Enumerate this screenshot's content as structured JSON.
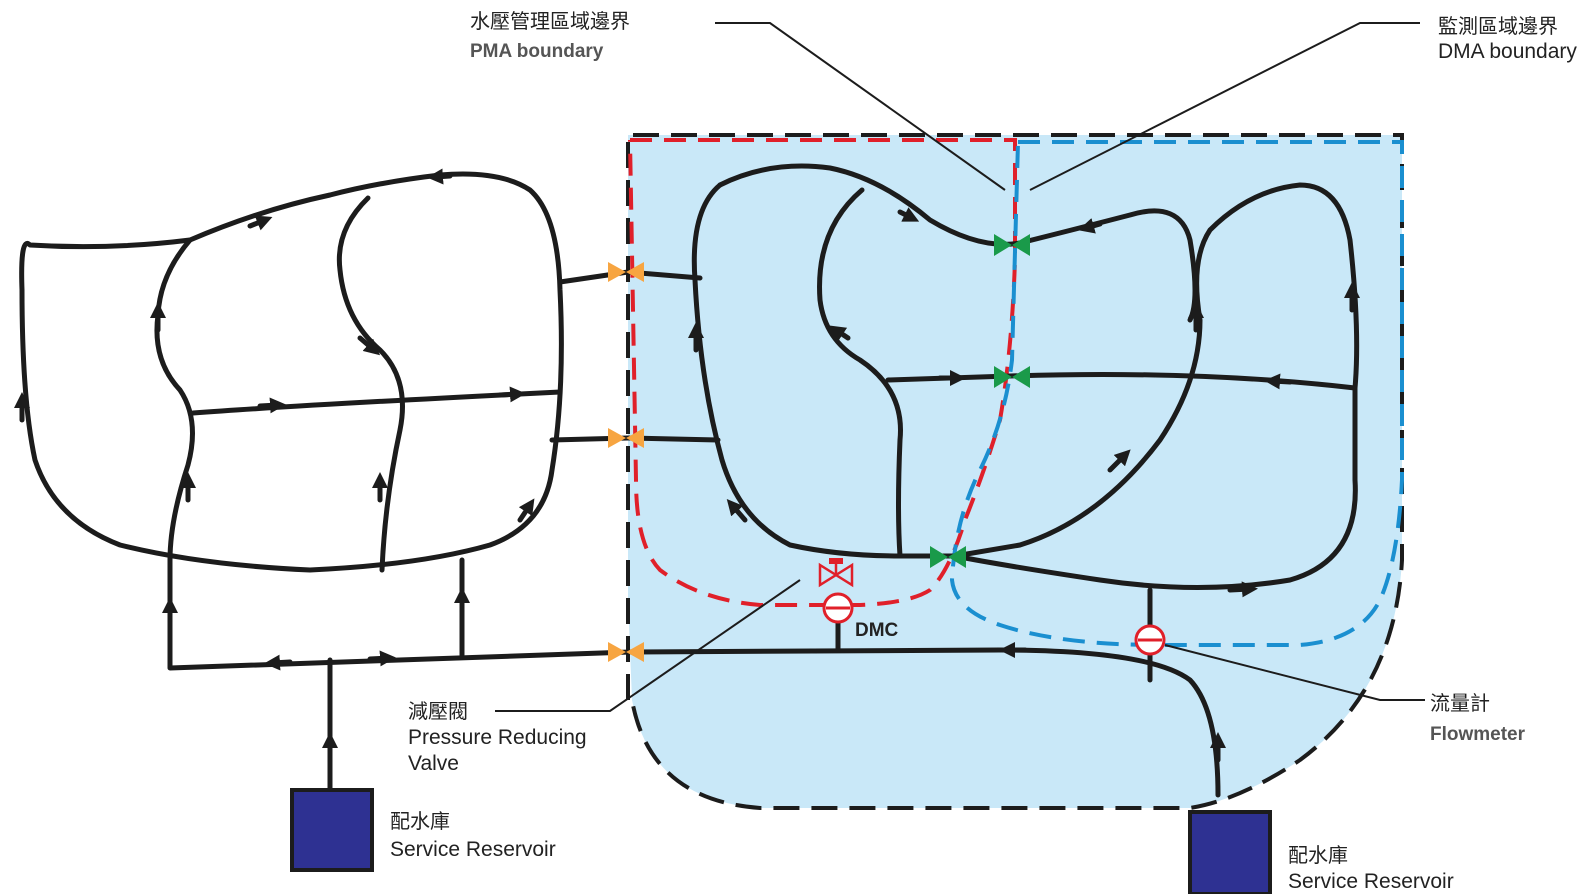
{
  "labels": {
    "pma_zh": "水壓管理區域邊界",
    "pma_en": "PMA boundary",
    "dma_zh": "監測區域邊界",
    "dma_en": "DMA boundary",
    "prv_zh": "減壓閥",
    "prv_en_line1": "Pressure Reducing",
    "prv_en_line2": "Valve",
    "flow_zh": "流量計",
    "flow_en": "Flowmeter",
    "res1_zh": "配水庫",
    "res1_en": "Service Reservoir",
    "res2_zh": "配水庫",
    "res2_en": "Service Reservoir",
    "dmc": "DMC"
  },
  "colors": {
    "area_fill": "#c9e8f8",
    "pipe": "#1c1c1c",
    "pma_line": "#e0202a",
    "dma_line": "#1a8fd0",
    "reservoir": "#2e3192",
    "valve_orange": "#f7a541",
    "valve_green": "#1a9a4a",
    "meter_red": "#e0202a"
  },
  "icons": [
    "valve-icon",
    "pressure-reducing-valve-icon",
    "flowmeter-icon",
    "reservoir-icon"
  ]
}
